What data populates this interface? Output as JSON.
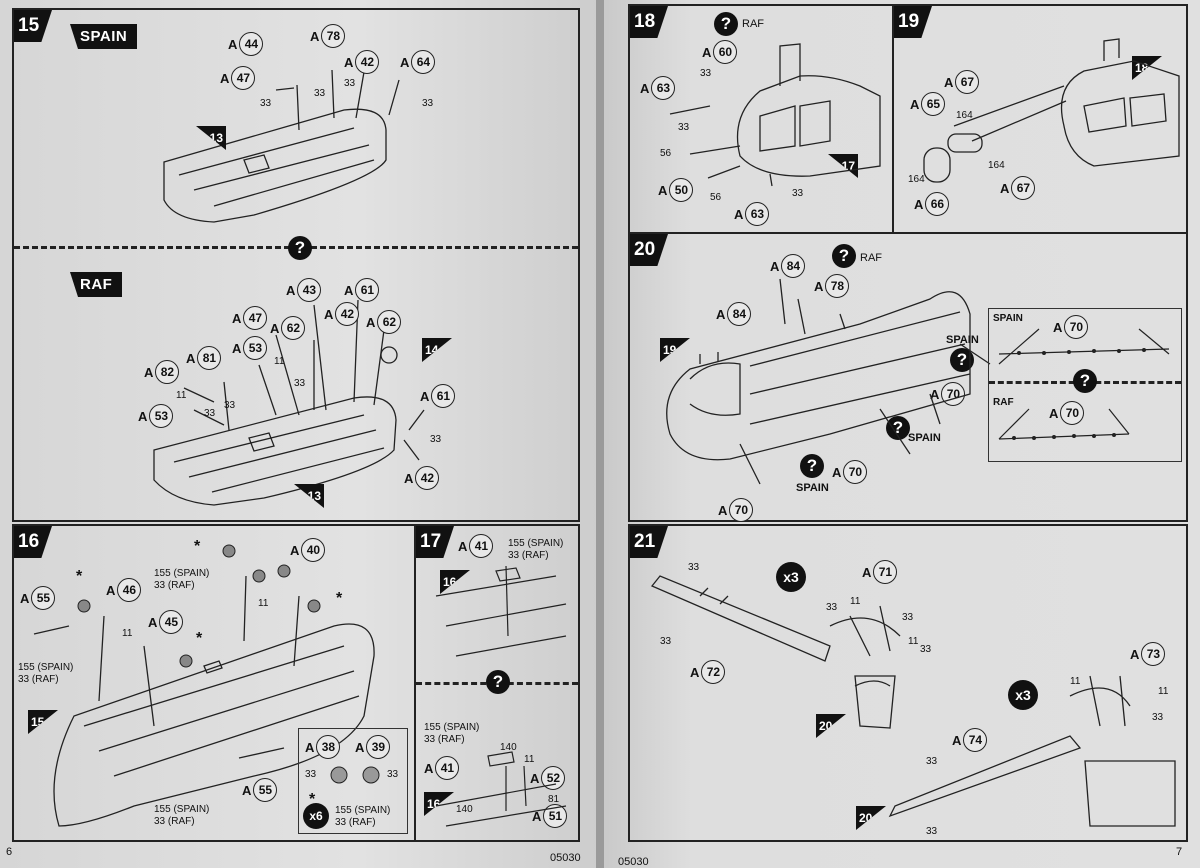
{
  "left_page": {
    "page_number": "6",
    "code": "05030",
    "step15": {
      "number": "15",
      "spain_label": "SPAIN",
      "raf_label": "RAF",
      "spain_parts": [
        {
          "prefix": "A",
          "num": "44"
        },
        {
          "prefix": "A",
          "num": "78"
        },
        {
          "prefix": "A",
          "num": "47"
        },
        {
          "prefix": "A",
          "num": "42"
        },
        {
          "prefix": "A",
          "num": "64"
        }
      ],
      "raf_parts": [
        {
          "prefix": "A",
          "num": "43"
        },
        {
          "prefix": "A",
          "num": "61"
        },
        {
          "prefix": "A",
          "num": "47"
        },
        {
          "prefix": "A",
          "num": "42"
        },
        {
          "prefix": "A",
          "num": "62"
        },
        {
          "prefix": "A",
          "num": "62"
        },
        {
          "prefix": "A",
          "num": "53"
        },
        {
          "prefix": "A",
          "num": "81"
        },
        {
          "prefix": "A",
          "num": "82"
        },
        {
          "prefix": "A",
          "num": "53"
        },
        {
          "prefix": "A",
          "num": "61"
        },
        {
          "prefix": "A",
          "num": "42"
        }
      ],
      "ref13": "13",
      "ref14": "14",
      "glue": "33",
      "eleven": "11"
    },
    "step16": {
      "number": "16",
      "parts": [
        {
          "prefix": "A",
          "num": "40"
        },
        {
          "prefix": "A",
          "num": "55"
        },
        {
          "prefix": "A",
          "num": "46"
        },
        {
          "prefix": "A",
          "num": "45"
        },
        {
          "prefix": "A",
          "num": "55"
        }
      ],
      "wheel_parts": [
        {
          "prefix": "A",
          "num": "38"
        },
        {
          "prefix": "A",
          "num": "39"
        }
      ],
      "note_spain": "155 (SPAIN)",
      "note_raf": "33  (RAF)",
      "ref15": "15",
      "x6": "x6",
      "star": "*",
      "glue": "33",
      "eleven": "11"
    },
    "step17": {
      "number": "17",
      "parts": [
        {
          "prefix": "A",
          "num": "41"
        },
        {
          "prefix": "A",
          "num": "41"
        },
        {
          "prefix": "A",
          "num": "52"
        },
        {
          "prefix": "A",
          "num": "51"
        }
      ],
      "note_spain": "155 (SPAIN)",
      "note_raf": "33  (RAF)",
      "ref16": "16",
      "n140": "140",
      "n81": "81",
      "eleven": "11"
    }
  },
  "right_page": {
    "page_number": "7",
    "code": "05030",
    "step18": {
      "number": "18",
      "raf": "RAF",
      "parts": [
        {
          "prefix": "A",
          "num": "60"
        },
        {
          "prefix": "A",
          "num": "63"
        },
        {
          "prefix": "A",
          "num": "50"
        },
        {
          "prefix": "A",
          "num": "63"
        }
      ],
      "ref17": "17",
      "n56": "56",
      "glue": "33"
    },
    "step19": {
      "number": "19",
      "parts": [
        {
          "prefix": "A",
          "num": "67"
        },
        {
          "prefix": "A",
          "num": "65"
        },
        {
          "prefix": "A",
          "num": "66"
        },
        {
          "prefix": "A",
          "num": "67"
        }
      ],
      "ref18": "18",
      "n164": "164"
    },
    "step20": {
      "number": "20",
      "raf": "RAF",
      "spain": "SPAIN",
      "parts": [
        {
          "prefix": "A",
          "num": "84"
        },
        {
          "prefix": "A",
          "num": "78"
        },
        {
          "prefix": "A",
          "num": "84"
        },
        {
          "prefix": "A",
          "num": "70"
        },
        {
          "prefix": "A",
          "num": "70"
        },
        {
          "prefix": "A",
          "num": "70"
        }
      ],
      "ref19": "19",
      "inset_spain_label": "SPAIN",
      "inset_raf_label": "RAF",
      "inset_part": {
        "prefix": "A",
        "num": "70"
      }
    },
    "step21": {
      "number": "21",
      "parts": [
        {
          "prefix": "A",
          "num": "71"
        },
        {
          "prefix": "A",
          "num": "72"
        },
        {
          "prefix": "A",
          "num": "73"
        },
        {
          "prefix": "A",
          "num": "74"
        }
      ],
      "ref20": "20",
      "x3": "x3",
      "glue": "33",
      "eleven": "11"
    }
  }
}
